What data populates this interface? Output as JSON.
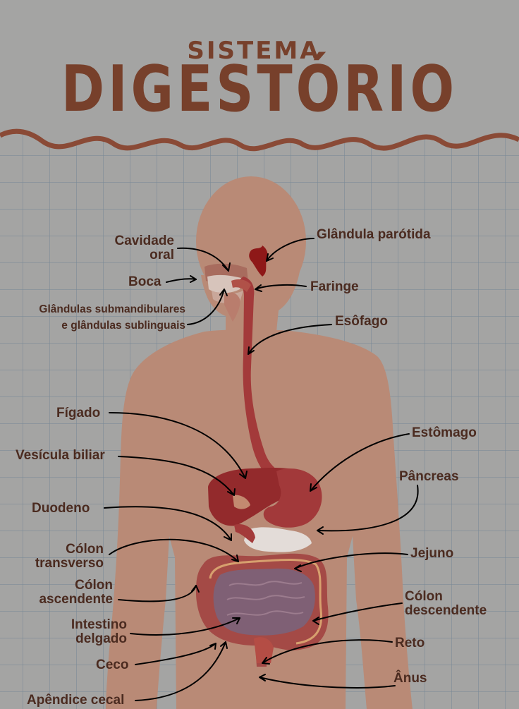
{
  "title": {
    "line1": "SISTEMA",
    "line2": "DIGESTÓRIO"
  },
  "labels": {
    "cavidade_oral": [
      "Cavidade",
      "oral"
    ],
    "glandula_parotida": "Glândula parótida",
    "boca": "Boca",
    "faringe": "Faringe",
    "glandulas_sub": [
      "Glândulas submandibulares",
      "e glândulas sublinguais"
    ],
    "esofago": "Esôfago",
    "figado": "Fígado",
    "estomago": "Estômago",
    "vesicula": "Vesícula biliar",
    "pancreas": "Pâncreas",
    "duodeno": "Duodeno",
    "colon_transverso": [
      "Cólon",
      "transverso"
    ],
    "jejuno": "Jejuno",
    "colon_ascendente": [
      "Cólon",
      "ascendente"
    ],
    "colon_descendente": [
      "Cólon",
      "descendente"
    ],
    "intestino_delgado": [
      "Intestino",
      "delgado"
    ],
    "reto": "Reto",
    "ceco": "Ceco",
    "anus": "Ânus",
    "apendice": "Apêndice cecal"
  },
  "colors": {
    "background": "#a4a4a3",
    "title": "#77402b",
    "label": "#4b2b20",
    "body": "#b98a76",
    "organ_red": "#a33a3a",
    "liver": "#932a2c",
    "intestine": "#7f6075",
    "parotid": "#8e1818"
  }
}
